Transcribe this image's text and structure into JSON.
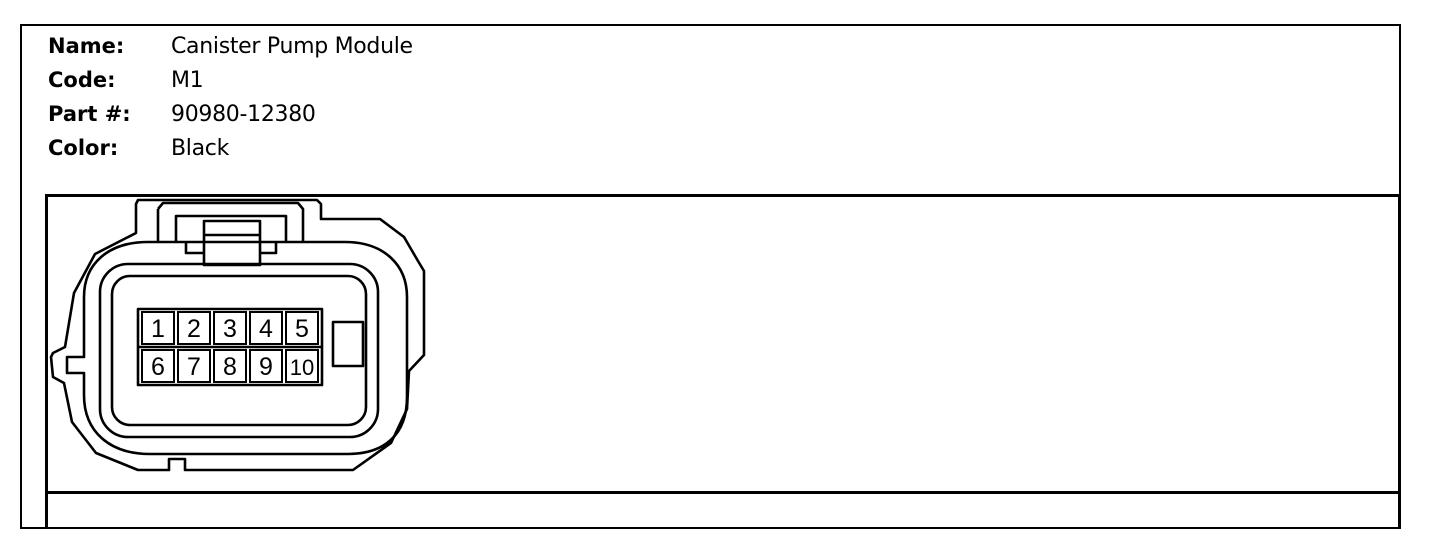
{
  "info": {
    "name_label": "Name:",
    "name_value": "Canister Pump Module",
    "code_label": "Code:",
    "code_value": "M1",
    "part_label": "Part #:",
    "part_value": "90980-12380",
    "color_label": "Color:",
    "color_value": "Black"
  },
  "connector": {
    "pins_top": [
      "1",
      "2",
      "3",
      "4",
      "5"
    ],
    "pins_bottom": [
      "6",
      "7",
      "8",
      "9",
      "10"
    ]
  }
}
